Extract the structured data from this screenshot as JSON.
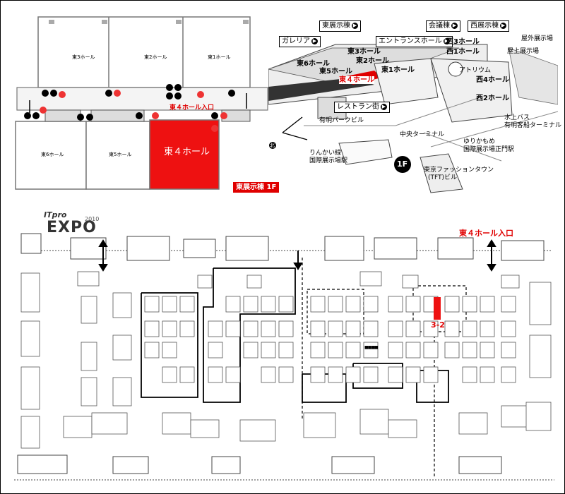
{
  "colors": {
    "highlight": "#ee1111",
    "accent_red": "#e00000",
    "line": "#000000",
    "wall": "#888888"
  },
  "floor_map": {
    "halls_top": [
      "東3ホール",
      "東2ホール",
      "東1ホール"
    ],
    "halls_bottom": [
      "東6ホール",
      "東5ホール"
    ],
    "target_hall": "東４ホール",
    "entrance_label": "東４ホール入口",
    "caption": "東展示棟 1F"
  },
  "overview_map": {
    "tags": [
      {
        "label": "東展示棟",
        "arrow": "▶"
      },
      {
        "label": "会議棟",
        "arrow": "▶"
      },
      {
        "label": "西展示棟",
        "arrow": "▶"
      },
      {
        "label": "ガレリア",
        "arrow": "▶"
      },
      {
        "label": "エントランスホール",
        "arrow": "▶"
      },
      {
        "label": "レストラン街",
        "arrow": "▶"
      }
    ],
    "labels": {
      "outdoor": "屋外展示場",
      "rooftop": "屋上展示場",
      "hall_e3": "東3ホール",
      "hall_e2": "東2ホール",
      "hall_e1": "東1ホール",
      "hall_e6": "東6ホール",
      "hall_e5": "東5ホール",
      "hall_e4": "東４ホール",
      "hall_w3": "西3ホール",
      "hall_w1": "西1ホール",
      "atrium": "アトリウム",
      "hall_w4": "西4ホール",
      "hall_w2": "西2ホール",
      "bus": "水上バス",
      "bus2": "有明客船ターミナル",
      "ariake_park": "有明パークビル",
      "central_terminal": "中央ターミナル",
      "rinkai1": "りんかい線",
      "rinkai2": "国際展示場駅",
      "yurikamome1": "ゆりかもめ",
      "yurikamome2": "国際展示場正門駅",
      "tft1": "東京ファッションタウン",
      "tft2": "(TFT)ビル",
      "floor": "1F",
      "north": "北"
    }
  },
  "expo_layout": {
    "logo_top": "ITpro",
    "logo_main": "EXPO",
    "logo_year": "2010",
    "entrance_label": "東４ホール入口",
    "booth_label": "3-2",
    "center_booth": "■■■■"
  }
}
